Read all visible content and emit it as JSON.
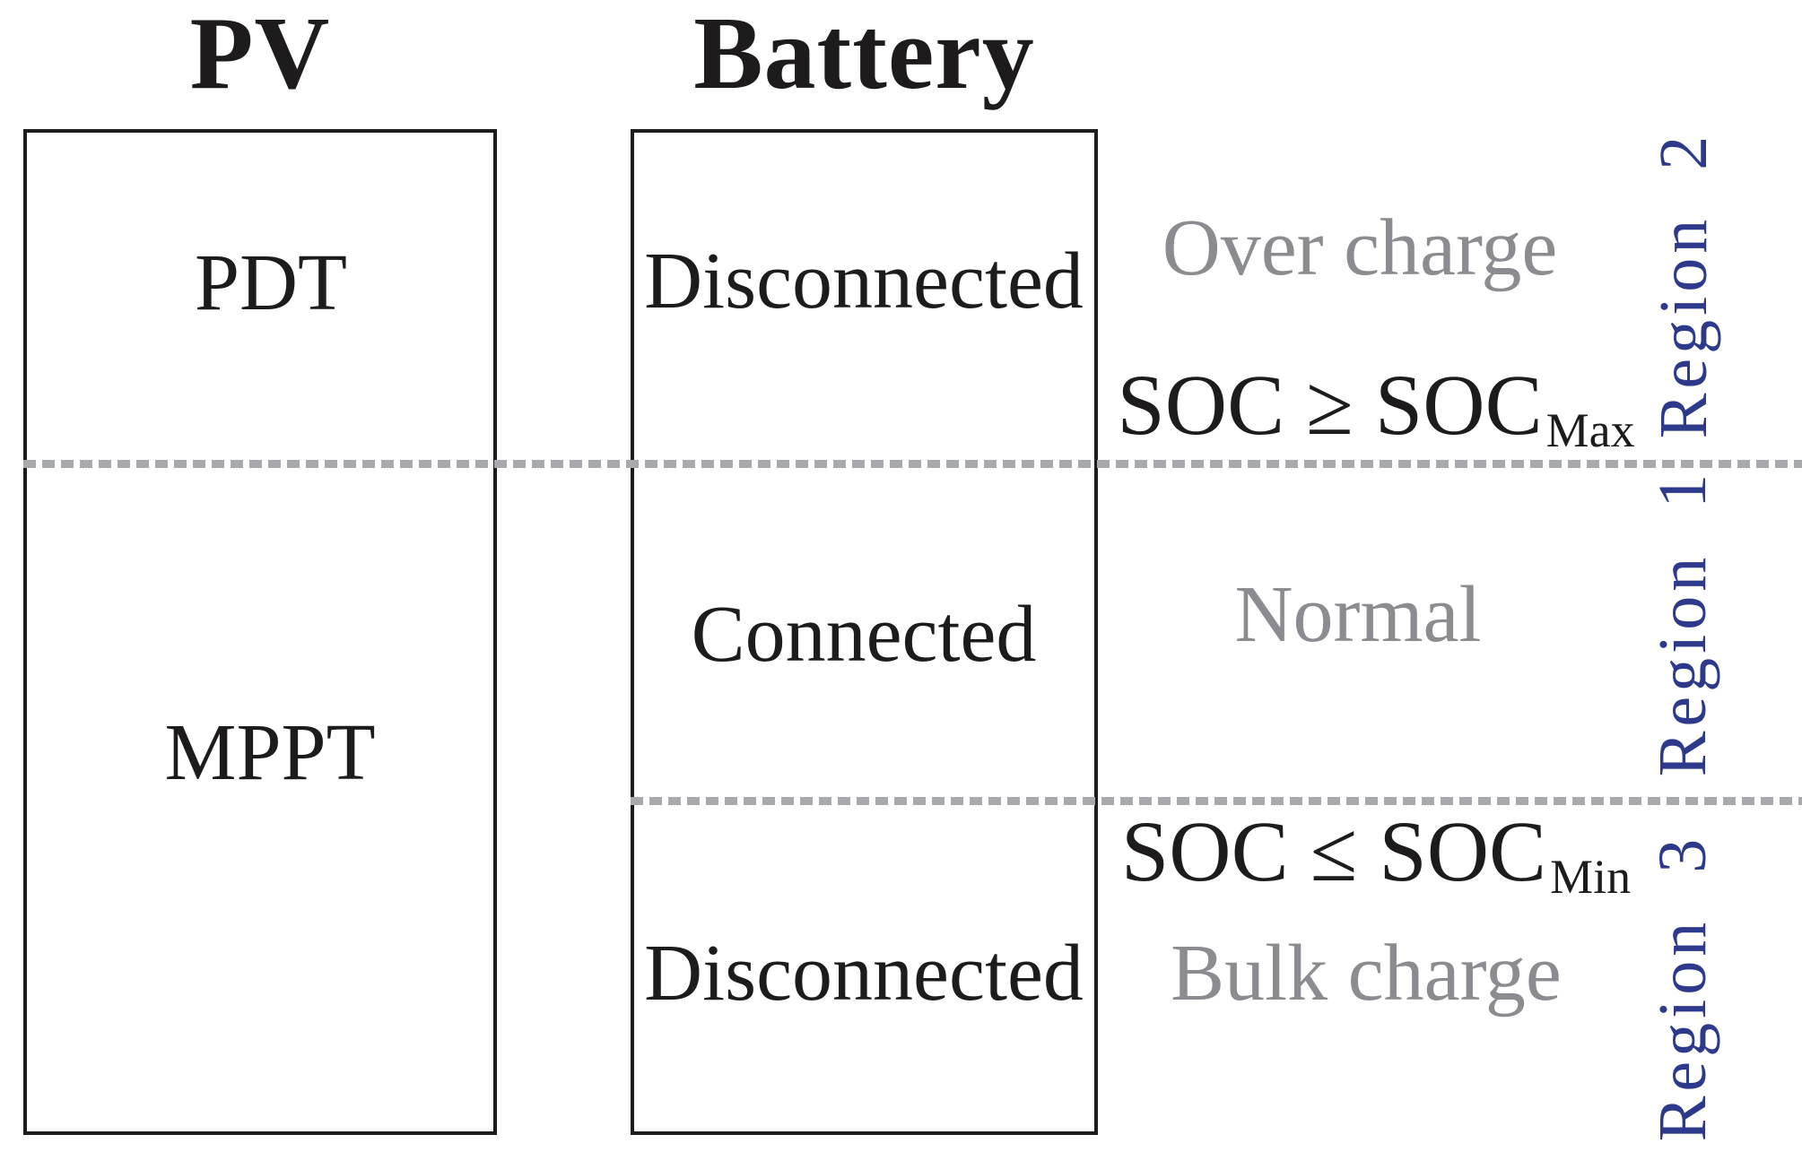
{
  "figure": {
    "pv": {
      "title": "PV",
      "modes": {
        "top": "PDT",
        "bottom": "MPPT"
      }
    },
    "battery": {
      "title": "Battery",
      "states": {
        "top": "Disconnected",
        "middle": "Connected",
        "bottom": "Disconnected"
      }
    },
    "charge_states": {
      "region2": "Over charge",
      "region1": "Normal",
      "region3": "Bulk charge"
    },
    "conditions": {
      "soc_max": {
        "main": "SOC ≥ SOC",
        "sub": "Max"
      },
      "soc_min": {
        "main": "SOC ≤ SOC",
        "sub": "Min"
      }
    },
    "regions": {
      "r2": "Region 2",
      "r1": "Region 1",
      "r3": "Region 3"
    },
    "colors": {
      "ink": "#1e1b1c",
      "muted_gray": "#8a8c8f",
      "divider_gray": "#a7a9ac",
      "region_blue": "#2d3a8c"
    }
  }
}
